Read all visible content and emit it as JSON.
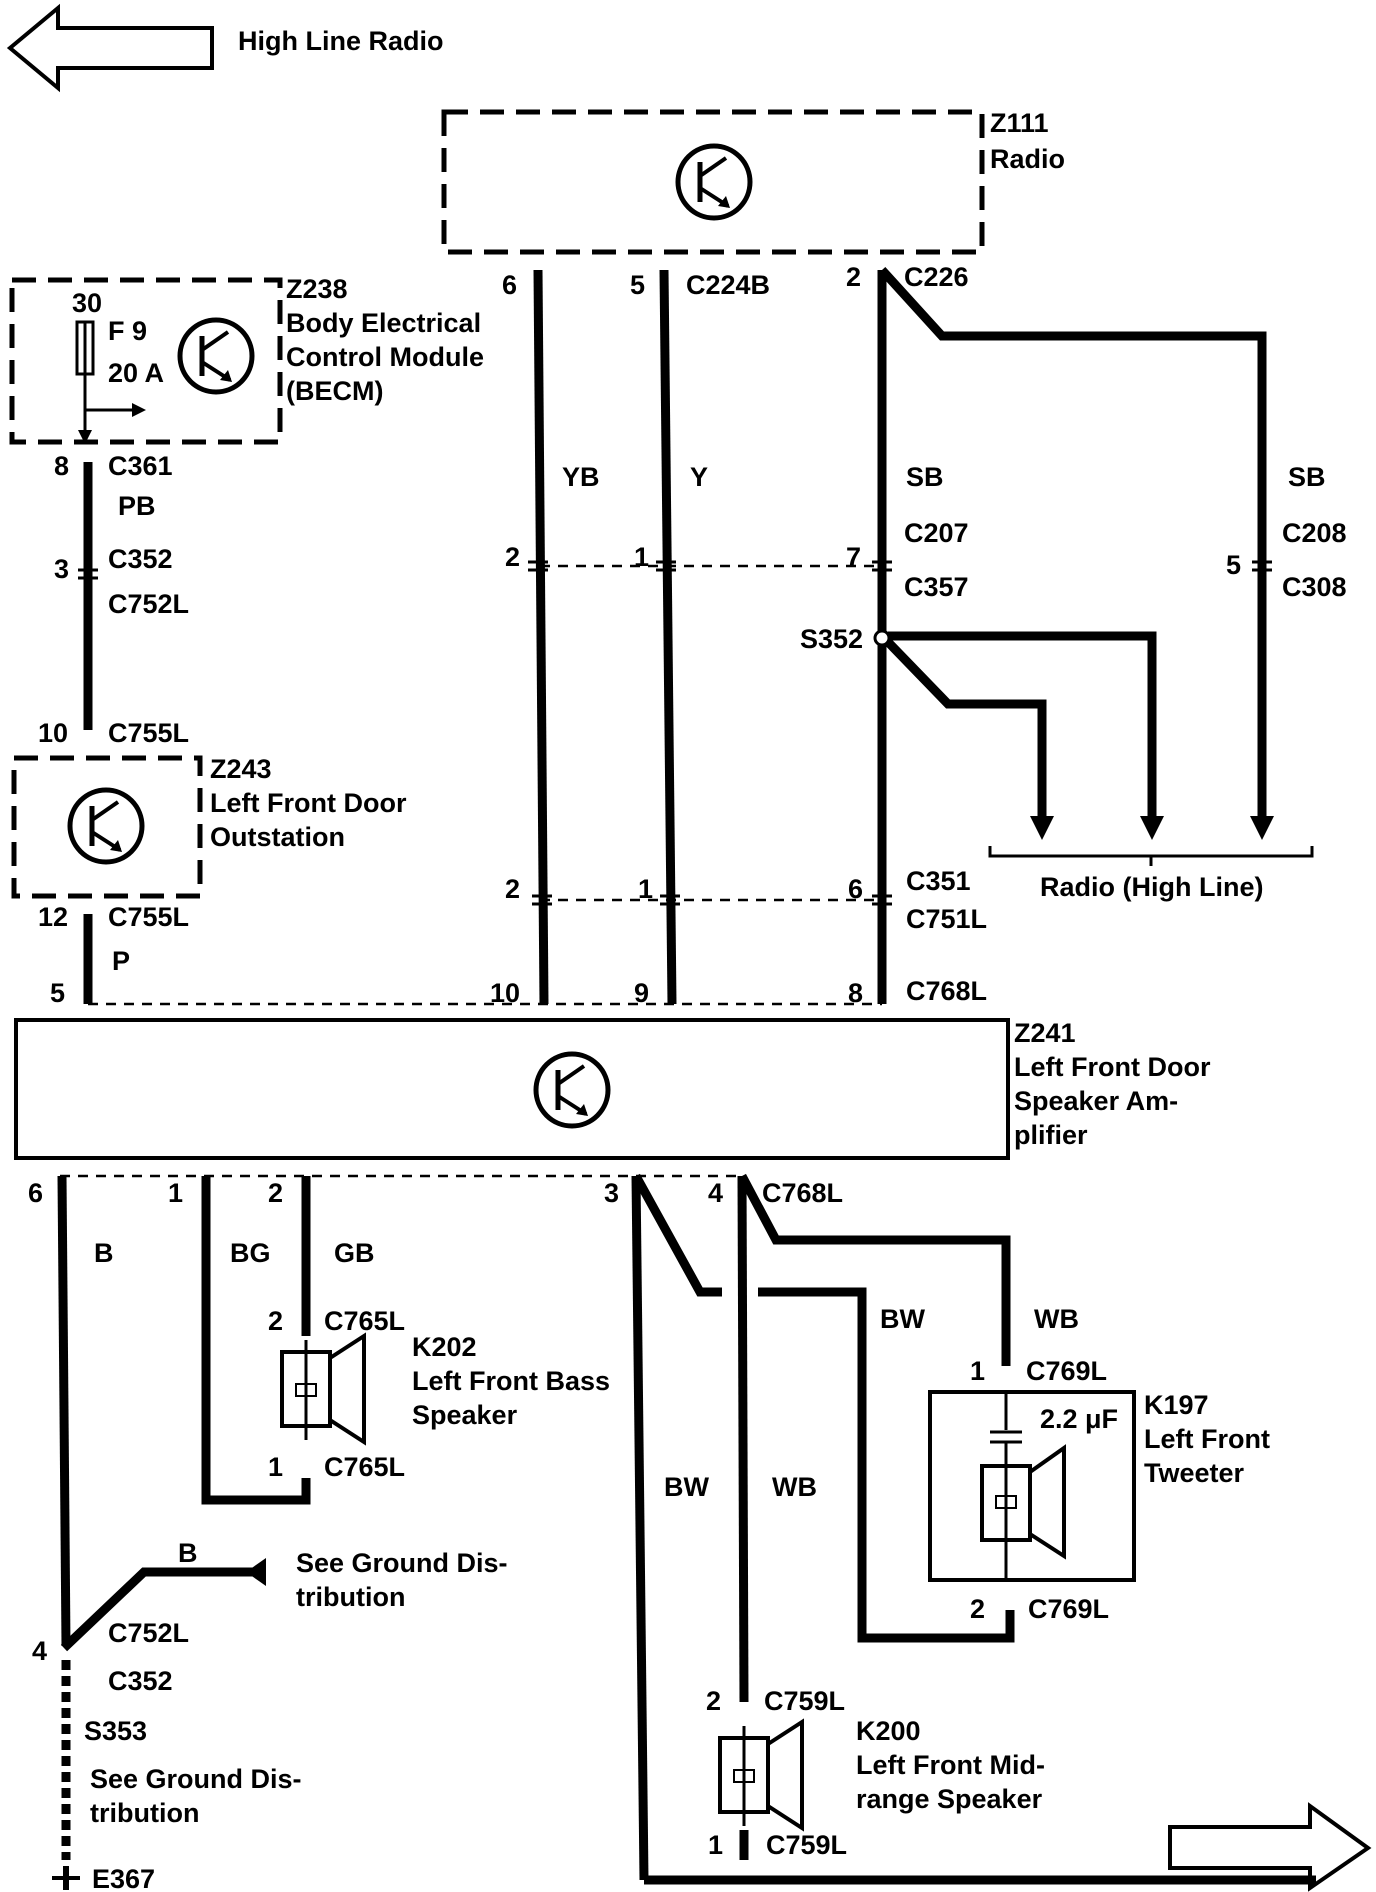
{
  "nav": {
    "back_label": "High Line Radio"
  },
  "modules": {
    "z111": {
      "id": "Z111",
      "name": "Radio"
    },
    "z238": {
      "id": "Z238",
      "line1": "Body Electrical",
      "line2": "Control Module",
      "line3": "(BECM)",
      "fuse_terminal": "30",
      "fuse": "F 9",
      "fuse_rating": "20 A"
    },
    "z243": {
      "id": "Z243",
      "line1": "Left Front Door",
      "line2": "Outstation"
    },
    "z241": {
      "id": "Z241",
      "line1": "Left Front Door",
      "line2": "Speaker Am-",
      "line3": "plifier"
    },
    "k202": {
      "id": "K202",
      "line1": "Left Front Bass",
      "line2": "Speaker"
    },
    "k197": {
      "id": "K197",
      "line1": "Left Front",
      "line2": "Tweeter",
      "capacitor": "2.2 μF"
    },
    "k200": {
      "id": "K200",
      "line1": "Left Front Mid-",
      "line2": "range Speaker"
    }
  },
  "connectors": {
    "c361": "C361",
    "c352": "C352",
    "c752l": "C752L",
    "c755l_a": "C755L",
    "c755l_b": "C755L",
    "c224b": "C224B",
    "c226": "C226",
    "c207": "C207",
    "c357": "C357",
    "c208": "C208",
    "c308": "C308",
    "c351": "C351",
    "c751l": "C751L",
    "c768l_a": "C768L",
    "c768l_b": "C768L",
    "c765l_a": "C765L",
    "c765l_b": "C765L",
    "c769l_a": "C769L",
    "c769l_b": "C769L",
    "c759l_a": "C759L",
    "c759l_b": "C759L",
    "c752l_b": "C752L",
    "c352_b": "C352"
  },
  "splices": {
    "s352": "S352",
    "s353": "S353",
    "e367": "E367"
  },
  "wire_colors": {
    "pb": "PB",
    "p": "P",
    "yb": "YB",
    "y": "Y",
    "sb1": "SB",
    "sb2": "SB",
    "b": "B",
    "bg": "BG",
    "gb": "GB",
    "bw1": "BW",
    "wb1": "WB",
    "bw2": "BW",
    "wb2": "WB",
    "b2": "B"
  },
  "pins": {
    "p6a": "6",
    "p5a": "5",
    "p2a": "2",
    "p8": "8",
    "p3": "3",
    "p10": "10",
    "p12": "12",
    "p5b": "5",
    "yb_mid": "2",
    "y_mid": "1",
    "sb_mid": "7",
    "sb2_mid": "5",
    "yb_low": "2",
    "y_low": "1",
    "sb_low": "6",
    "yb_amp": "10",
    "y_amp": "9",
    "sb_amp": "8",
    "o6": "6",
    "o1": "1",
    "o2": "2",
    "o3": "3",
    "o4": "4",
    "k202_top": "2",
    "k202_bot": "1",
    "k197_top": "1",
    "k197_bot": "2",
    "k200_top": "2",
    "k200_bot": "1",
    "g4": "4"
  },
  "notes": {
    "radio_high": "Radio (High Line)",
    "ground1_line1": "See Ground Dis-",
    "ground1_line2": "tribution",
    "ground2_line1": "See Ground Dis-",
    "ground2_line2": "tribution"
  }
}
